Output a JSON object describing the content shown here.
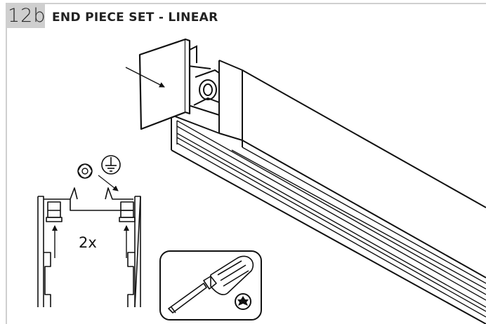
{
  "header": {
    "step_number": "12b",
    "title": "END PIECE SET - LINEAR"
  },
  "annotations": {
    "quantity": "2x"
  },
  "icons": {
    "earth": "ground-symbol-icon",
    "washer": "serrated-washer-icon",
    "tool": "torx-screwdriver-icon",
    "torx": "torx-star-icon"
  },
  "colors": {
    "frame": "#cfcfcf",
    "line": "#111111"
  }
}
